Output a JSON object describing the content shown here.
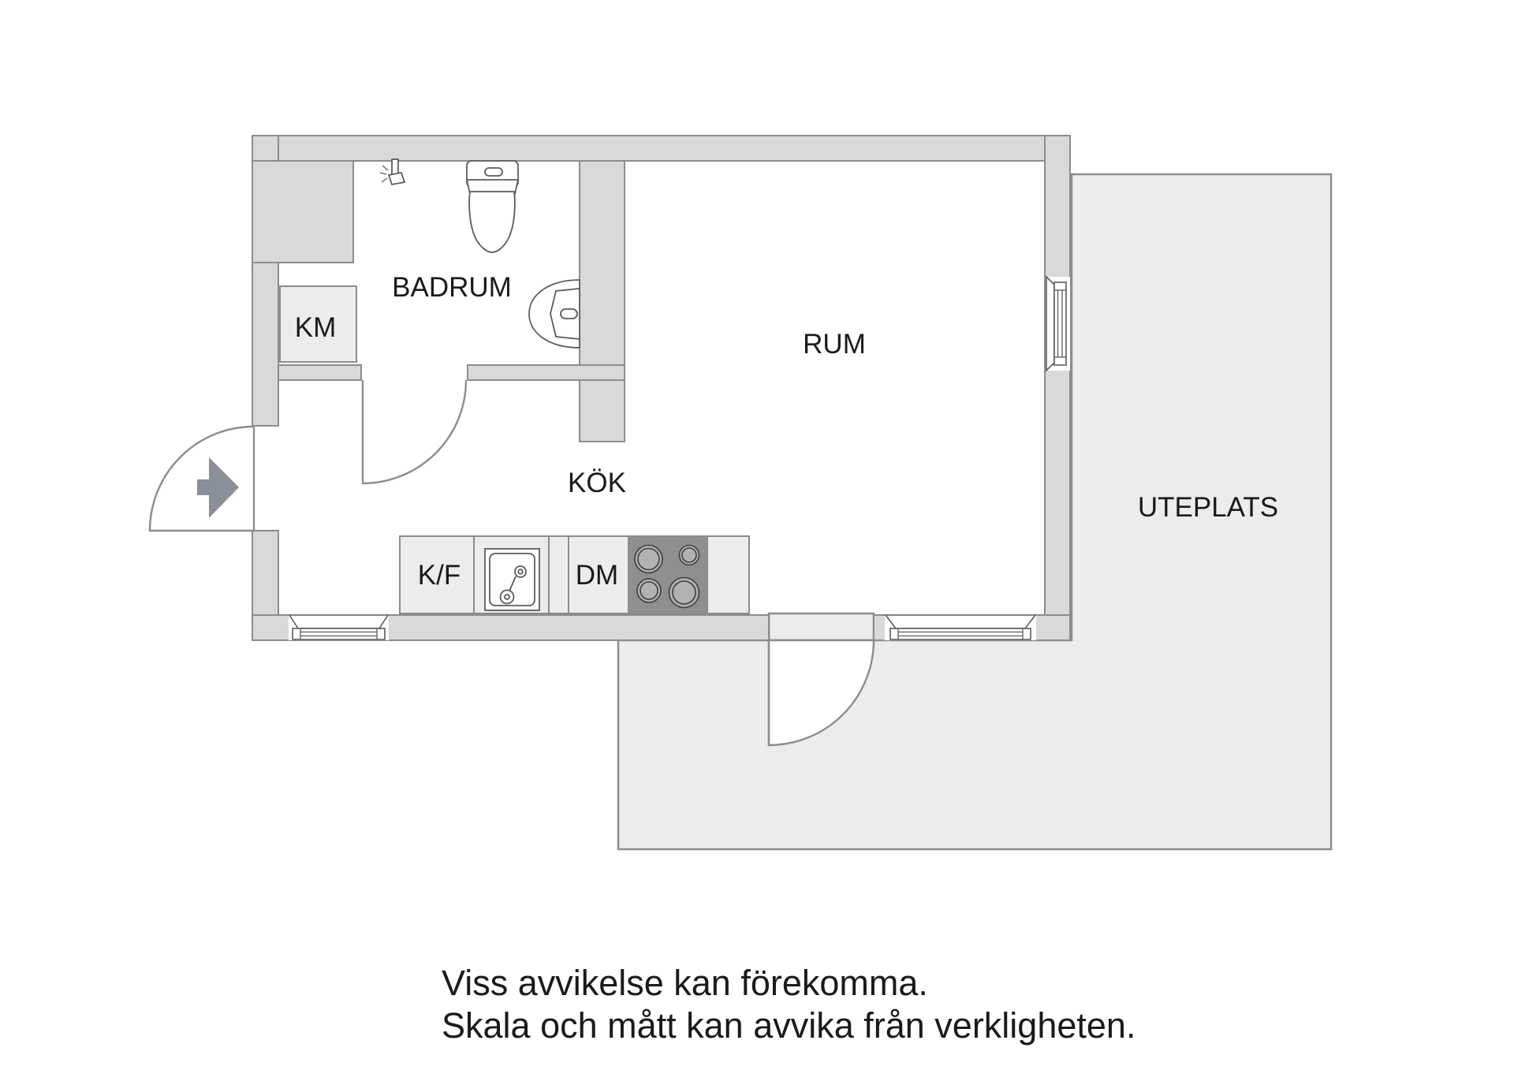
{
  "floorplan": {
    "room_labels": {
      "badrum": "BADRUM",
      "km": "KM",
      "rum": "RUM",
      "kok": "KÖK",
      "kf": "K/F",
      "dm": "DM",
      "uteplats": "UTEPLATS"
    },
    "disclaimer": {
      "line1": "Viss avvikelse kan förekomma.",
      "line2": "Skala och mått kan avvika från verkligheten."
    },
    "colors": {
      "wall": "#d9d9d9",
      "wall_border": "#8c8c8c",
      "patio": "#ececec",
      "cabinet": "#ececec",
      "stove": "#8f8f8f",
      "burner": "#b2b2b2",
      "fixture_line": "#5c5c5c",
      "arrow": "#8a9099",
      "label": "#1a1a1a"
    }
  }
}
